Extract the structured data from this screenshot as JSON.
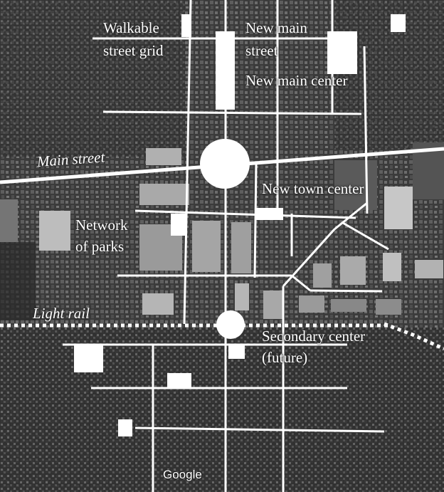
{
  "map": {
    "base": "satellite imagery, grayscale",
    "overlay_color": "#ffffff",
    "labels": {
      "walkable": [
        "Walkable",
        "street grid"
      ],
      "new_main_street": [
        "New main",
        "street"
      ],
      "new_main_center": "New main center",
      "main_street": "Main street",
      "new_town_center": "New town center",
      "network_of_parks": [
        "Network",
        "of parks"
      ],
      "light_rail": "Light rail",
      "secondary_center": [
        "Secondary center",
        "(future)"
      ]
    },
    "attribution": "Google"
  }
}
